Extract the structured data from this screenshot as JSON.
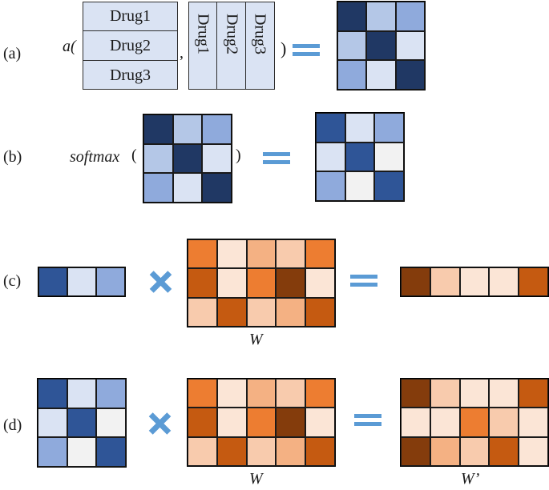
{
  "labels": {
    "a": "(a)",
    "b": "(b)",
    "c": "(c)",
    "d": "(d)"
  },
  "ops": {
    "a_fn": "a(",
    "comma": ",",
    "close": ")",
    "softmax": "softmax",
    "open": "(",
    "W": "W",
    "W_prime": "W’"
  },
  "drugs_rows": [
    "Drug1",
    "Drug2",
    "Drug3"
  ],
  "drugs_cols": [
    "Drug1",
    "Drug2",
    "Drug3"
  ],
  "colors": {
    "blue_dark": "#203864",
    "blue_mid": "#2f5597",
    "blue_light": "#8faadc",
    "blue_pale": "#b4c7e7",
    "blue_paler": "#dae3f3",
    "gray_pale": "#f2f2f2",
    "orange_vdark": "#843c0c",
    "orange_dark": "#c55a11",
    "orange": "#ed7d31",
    "orange_light": "#f4b183",
    "orange_lighter": "#f8cbad",
    "orange_pale": "#fbe5d6",
    "accent": "#5b9bd5"
  },
  "matrices": {
    "a_result": [
      [
        "#203864",
        "#b4c7e7",
        "#8faadc"
      ],
      [
        "#b4c7e7",
        "#203864",
        "#dae3f3"
      ],
      [
        "#8faadc",
        "#dae3f3",
        "#203864"
      ]
    ],
    "b_input": [
      [
        "#203864",
        "#b4c7e7",
        "#8faadc"
      ],
      [
        "#b4c7e7",
        "#203864",
        "#dae3f3"
      ],
      [
        "#8faadc",
        "#dae3f3",
        "#203864"
      ]
    ],
    "b_result": [
      [
        "#2f5597",
        "#dae3f3",
        "#8faadc"
      ],
      [
        "#dae3f3",
        "#2f5597",
        "#f2f2f2"
      ],
      [
        "#8faadc",
        "#f2f2f2",
        "#2f5597"
      ]
    ],
    "c_vec": [
      [
        "#2f5597",
        "#dae3f3",
        "#8faadc"
      ]
    ],
    "W": [
      [
        "#ed7d31",
        "#fbe5d6",
        "#f4b183",
        "#f8cbad",
        "#ed7d31"
      ],
      [
        "#c55a11",
        "#fbe5d6",
        "#ed7d31",
        "#843c0c",
        "#fbe5d6"
      ],
      [
        "#f8cbad",
        "#c55a11",
        "#f8cbad",
        "#f4b183",
        "#c55a11"
      ]
    ],
    "c_result": [
      [
        "#843c0c",
        "#f8cbad",
        "#fbe5d6",
        "#fbe5d6",
        "#c55a11"
      ]
    ],
    "d_input": [
      [
        "#2f5597",
        "#dae3f3",
        "#8faadc"
      ],
      [
        "#dae3f3",
        "#2f5597",
        "#f2f2f2"
      ],
      [
        "#8faadc",
        "#f2f2f2",
        "#2f5597"
      ]
    ],
    "W_prime": [
      [
        "#843c0c",
        "#f8cbad",
        "#fbe5d6",
        "#fbe5d6",
        "#c55a11"
      ],
      [
        "#fbe5d6",
        "#fbe5d6",
        "#ed7d31",
        "#f8cbad",
        "#fbe5d6"
      ],
      [
        "#843c0c",
        "#f4b183",
        "#f8cbad",
        "#c55a11",
        "#fbe5d6"
      ]
    ]
  }
}
